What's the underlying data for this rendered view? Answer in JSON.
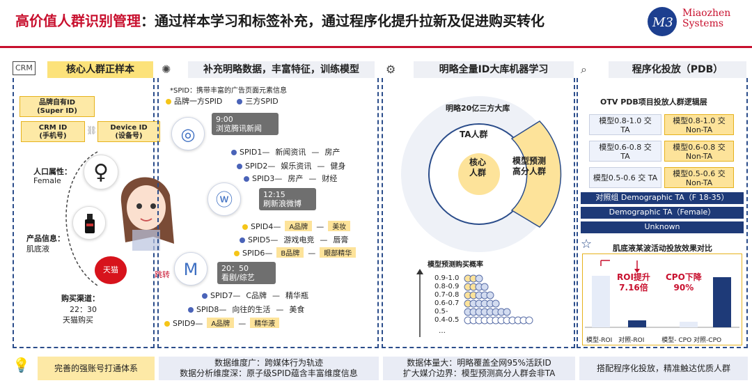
{
  "title": {
    "highlight": "高价值人群识别管理",
    "rest": "：通过样本学习和标签补充，通过程序化提升拉新及促进购买转化"
  },
  "logo": {
    "line1": "Miaozhen",
    "line2": "Systems"
  },
  "sections": {
    "s1": {
      "icon_label": "CRM",
      "heading": "核心人群正样本"
    },
    "s2": {
      "heading": "补充明略数据，丰富特征，训练模型"
    },
    "s3": {
      "heading": "明略全量ID大库机器学习"
    },
    "s4": {
      "heading": "程序化投放（PDB）"
    }
  },
  "crm": {
    "id1": [
      "品牌自有ID",
      "(Super ID)"
    ],
    "id2": [
      "CRM ID",
      "(手机号)"
    ],
    "id3": [
      "Device ID",
      "(设备号)"
    ],
    "attr_label": "人口属性：",
    "attr_value": "Female",
    "product_label": "产品信息：",
    "product_value": "肌底液",
    "channel_label": "购买渠道：",
    "channel_time": "22：30",
    "channel_value": "天猫购买",
    "tmall": "天猫",
    "jump": "跳转"
  },
  "spid": {
    "note": "*SPID：携带丰富的广告页面元素信息",
    "legend1": "品牌一方SPID",
    "legend2": "三方SPID",
    "bubble1_time": "9:00",
    "bubble1_text": "浏览腾讯新闻",
    "bubble2_time": "12:15",
    "bubble2_text": "刷新浪微博",
    "bubble3_time": "20：50",
    "bubble3_text": "看剧/综艺",
    "rows": [
      {
        "id": "SPID1",
        "a": "新闻资讯",
        "b": "房产"
      },
      {
        "id": "SPID2",
        "a": "娱乐资讯",
        "b": "健身"
      },
      {
        "id": "SPID3",
        "a": "房产",
        "b": "财经"
      },
      {
        "id": "SPID4",
        "a": "A品牌",
        "b": "美妆"
      },
      {
        "id": "SPID5",
        "a": "游戏电竞",
        "b": "唇膏"
      },
      {
        "id": "SPID6",
        "a": "B品牌",
        "b": "眼部精华"
      },
      {
        "id": "SPID7",
        "a": "C品牌",
        "b": "精华瓶"
      },
      {
        "id": "SPID8",
        "a": "向往的生活",
        "b": "美食"
      },
      {
        "id": "SPID9",
        "a": "A品牌",
        "b": "精华液"
      }
    ]
  },
  "ml": {
    "big_label": "明略20亿三方大库",
    "ta_label": "TA人群",
    "core_label": [
      "核心",
      "人群"
    ],
    "model_label": [
      "模型预测",
      "高分人群"
    ],
    "prob_title": "模型预测购买概率",
    "prob_ticks": [
      "0.9-1.0",
      "0.8-0.9",
      "0.7-0.8",
      "0.6-0.7",
      "0.5-",
      "0.4-0.5"
    ],
    "dots_more": "…"
  },
  "pdb": {
    "subtitle": "OTV PDB项目投放人群逻辑层",
    "rows": [
      {
        "left": [
          "模型0.8-1.0 交",
          "TA"
        ],
        "right": [
          "模型0.8-1.0 交",
          "Non-TA"
        ]
      },
      {
        "left": [
          "模型0.6-0.8 交",
          "TA"
        ],
        "right": [
          "模型0.6-0.8 交",
          "Non-TA"
        ]
      },
      {
        "left": [
          "模型0.5-0.6 交 TA"
        ],
        "right": [
          "模型0.5-0.6 交",
          "Non-TA"
        ]
      }
    ],
    "bars": [
      "对照组 Demographic TA（F 18-35）",
      "Demographic TA（Female）",
      "Unknown"
    ],
    "effect_title": "肌底液某波活动投放效果对比",
    "roi_label": [
      "ROI提升",
      "7.16倍"
    ],
    "cpo_label": [
      "CPO下降",
      "90%"
    ],
    "x_labels": [
      "模型-ROI",
      "对照-ROI",
      "模型- CPO",
      "对照-CPO"
    ]
  },
  "effect_chart": {
    "type": "bar",
    "categories": [
      "模型-ROI",
      "对照-ROI",
      "模型- CPO",
      "对照-CPO"
    ],
    "values": [
      7.16,
      1,
      0.1,
      1
    ]
  },
  "footer": {
    "f1": "完善的强账号打通体系",
    "f2": [
      "数据维度广：跨媒体行为轨迹",
      "数据分析维度深：原子级SPID蕴含丰富维度信息"
    ],
    "f3": [
      "数据体量大：明略覆盖全网95%活跃ID",
      "扩大媒介边界：模型预测高分人群会非TA"
    ],
    "f4": "搭配程序化投放，精准触达优质人群"
  },
  "colors": {
    "red": "#c8102e",
    "navy": "#1e3a78",
    "yellow": "#fde39a"
  }
}
